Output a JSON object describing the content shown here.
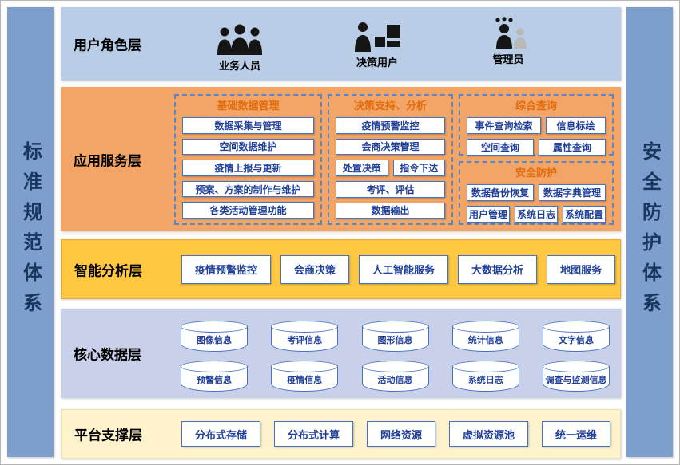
{
  "side_bars": {
    "left": "标准规范体系",
    "right": "安全防护体系"
  },
  "user_role_layer": {
    "label": "用户角色层",
    "roles": [
      {
        "name": "业务人员",
        "icon": "business-users-icon"
      },
      {
        "name": "决策用户",
        "icon": "decision-users-icon"
      },
      {
        "name": "管理员",
        "icon": "admin-user-icon"
      }
    ]
  },
  "app_service_layer": {
    "label": "应用服务层",
    "basic_data_group": {
      "title": "基础数据管理",
      "items": [
        "数据采集与管理",
        "空间数据维护",
        "疫情上报与更新",
        "预案、方案的制作与维护",
        "各类活动管理功能"
      ]
    },
    "decision_group": {
      "title": "决策支持、分析",
      "items": [
        "疫情预警监控",
        "会商决策管理",
        "处置决策",
        "指令下达",
        "考评、评估",
        "数据输出"
      ]
    },
    "query_group": {
      "title": "综合查询",
      "items": [
        "事件查询检索",
        "信息标绘",
        "空间查询",
        "属性查询"
      ]
    },
    "security_group": {
      "title": "安全防护",
      "items": [
        "数据备份恢复",
        "数据字典管理",
        "用户管理",
        "系统日志",
        "系统配置"
      ]
    }
  },
  "analysis_layer": {
    "label": "智能分析层",
    "items": [
      "疫情预警监控",
      "会商决策",
      "人工智能服务",
      "大数据分析",
      "地图服务"
    ]
  },
  "core_data_layer": {
    "label": "核心数据层",
    "row1": [
      "图像信息",
      "考评信息",
      "图形信息",
      "统计信息",
      "文字信息"
    ],
    "row2": [
      "预警信息",
      "疫情信息",
      "活动信息",
      "系统日志",
      "调查与监测信息"
    ]
  },
  "platform_layer": {
    "label": "平台支撑层",
    "items": [
      "分布式存储",
      "分布式计算",
      "网络资源",
      "虚拟资源池",
      "统一运维"
    ]
  },
  "colors": {
    "side_bar": "#7E9ECE",
    "user_layer": "#B9CDE6",
    "app_layer": "#F2A567",
    "analysis_layer": "#FFC840",
    "core_layer": "#C9D0EA",
    "platform_layer": "#FFF3CE",
    "box_border": "#4472C4",
    "box_text": "#1F3F98",
    "group_title": "#E26B0A"
  }
}
